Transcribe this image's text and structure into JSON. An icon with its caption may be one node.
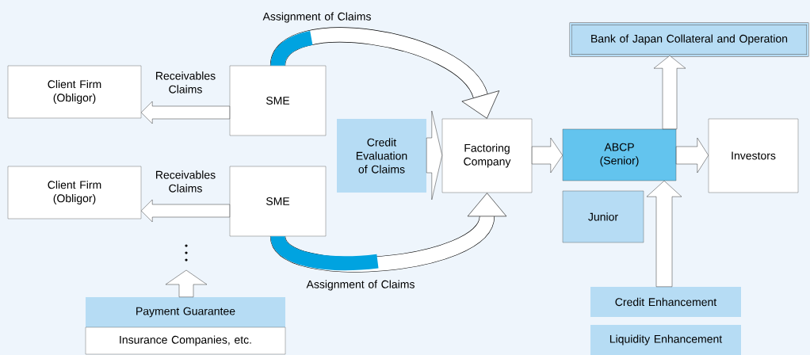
{
  "diagram": {
    "nodes": [
      {
        "text": [
          "Client Firm (Obligor)"
        ]
      },
      {
        "text": [
          "SME"
        ]
      },
      {
        "text": [
          "Client Firm (Obligor)"
        ]
      },
      {
        "text": [
          "SME"
        ]
      },
      {
        "text": [
          "Credit Evaluation of Claims"
        ]
      },
      {
        "text": [
          "Factoring Company"
        ]
      },
      {
        "text": [
          "ABCP (Senior)"
        ]
      },
      {
        "text": [
          "Junior"
        ]
      },
      {
        "text": [
          "Investors"
        ]
      },
      {
        "text": [
          "Bank of Japan Collateral and Operation"
        ]
      },
      {
        "text": [
          "Payment Guarantee"
        ]
      },
      {
        "text": [
          "Insurance Companies, etc."
        ]
      },
      {
        "text": [
          "Credit Enhancement"
        ]
      },
      {
        "text": [
          "Liquidity Enhancement"
        ]
      }
    ],
    "edges": [
      {
        "from": 1,
        "to": 0,
        "arrow": "to",
        "label": "Receivables Claims"
      },
      {
        "from": 3,
        "to": 2,
        "arrow": "to",
        "label": "Receivables Claims"
      },
      {
        "from": 1,
        "to": 5,
        "arrow": "to",
        "label": "Assignment of Claims"
      },
      {
        "from": 3,
        "to": 5,
        "arrow": "to",
        "label": "Assignment of Claims"
      },
      {
        "from": 4,
        "to": 5,
        "arrow": "to"
      },
      {
        "from": 5,
        "to": 6,
        "arrow": "to"
      },
      {
        "from": 6,
        "to": 8,
        "arrow": "to"
      },
      {
        "from": 6,
        "to": 9,
        "arrow": "to"
      },
      {
        "from": 12,
        "to": 6,
        "arrow": "to"
      },
      {
        "from": 10,
        "to": null,
        "arrow": "to"
      }
    ]
  }
}
